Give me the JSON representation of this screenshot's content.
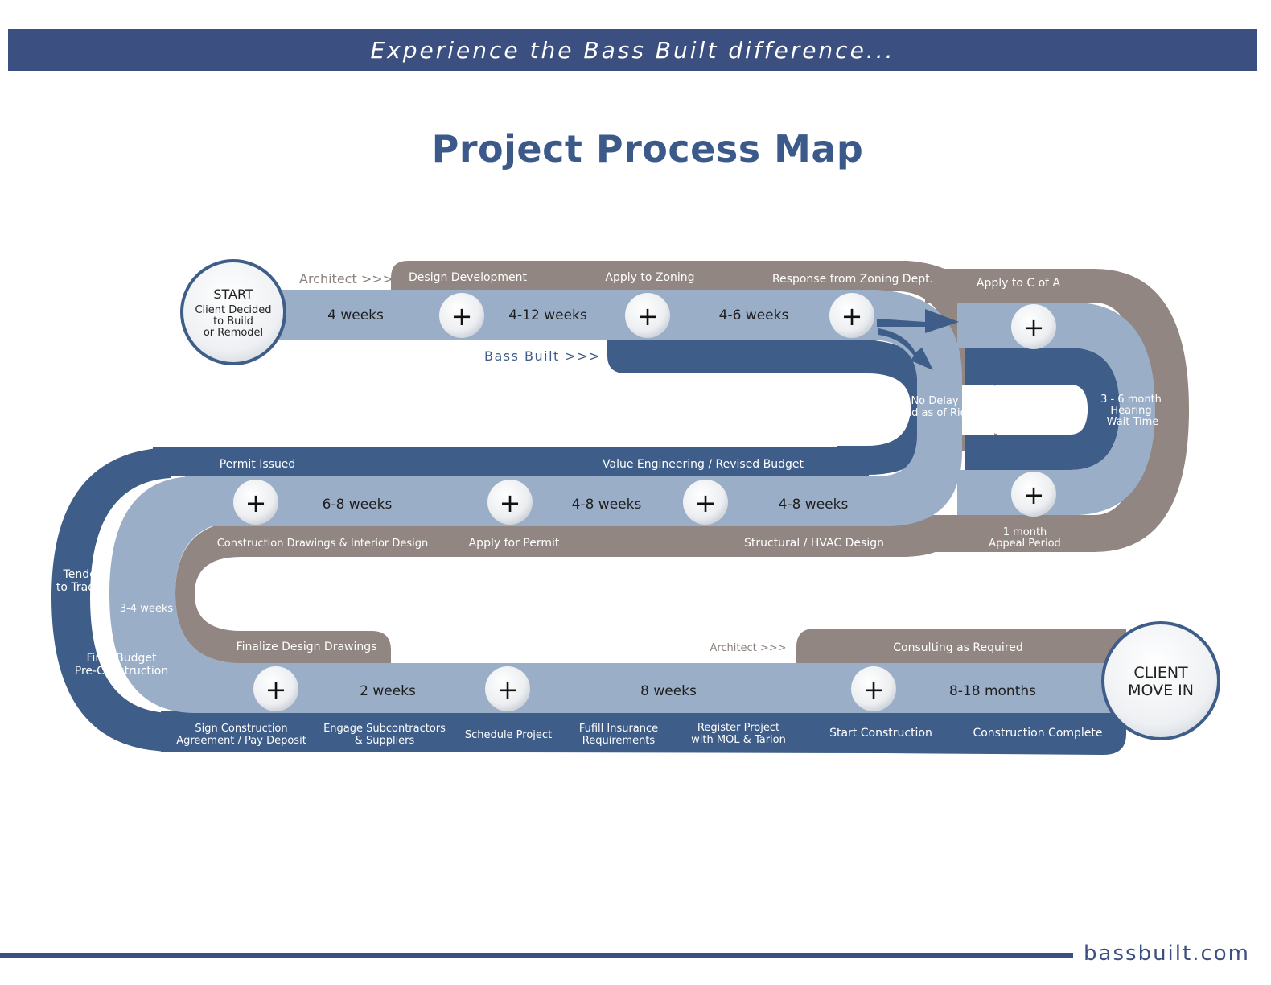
{
  "banner": "Experience the Bass Built difference...",
  "title": "Project Process Map",
  "website": "bassbuilt.com",
  "colors": {
    "banner": "#3b5080",
    "dark_blue": "#3e5d88",
    "light_blue": "#9aaec8",
    "taupe": "#918681",
    "title": "#3b5a8a"
  },
  "start": {
    "title": "START",
    "l1": "Client Decided",
    "l2": "to Build",
    "l3": "or Remodel"
  },
  "end": {
    "l1": "CLIENT",
    "l2": "MOVE IN"
  },
  "row1": {
    "architect": "Architect >>>",
    "bass_built": "Bass Built >>>",
    "design_development": "Design Development",
    "apply_zoning": "Apply to Zoning",
    "response_zoning": "Response from Zoning Dept.",
    "d1": "4 weeks",
    "d2": "4-12 weeks",
    "d3": "4-6 weeks"
  },
  "loop": {
    "apply_coa": "Apply to C of A",
    "no_delay1": "No Delay",
    "no_delay2": "Build as of Right",
    "hearing1": "3 - 6 month",
    "hearing2": "Hearing",
    "hearing3": "Wait Time",
    "appeal1": "1 month",
    "appeal2": "Appeal Period"
  },
  "row2": {
    "permit_issued": "Permit Issued",
    "value_engineering": "Value Engineering / Revised Budget",
    "d1": "6-8 weeks",
    "d2": "4-8 weeks",
    "d3": "4-8 weeks",
    "construction_drawings": "Construction Drawings & Interior Design",
    "apply_permit": "Apply for Permit",
    "structural": "Structural / HVAC Design"
  },
  "left": {
    "tender1": "Tender",
    "tender2": "to Trades",
    "d": "3-4 weeks",
    "final1": "Final Budget",
    "final2": "Pre-Construction"
  },
  "row3": {
    "finalize": "Finalize Design Drawings",
    "architect": "Architect >>>",
    "consulting": "Consulting as Required",
    "d1": "2 weeks",
    "d2": "8 weeks",
    "d3": "8-18 months",
    "sign1": "Sign Construction",
    "sign2": "Agreement / Pay Deposit",
    "engage1": "Engage Subcontractors",
    "engage2": "& Suppliers",
    "schedule": "Schedule Project",
    "insurance1": "Fufill Insurance",
    "insurance2": "Requirements",
    "register1": "Register Project",
    "register2": "with MOL & Tarion",
    "start_construction": "Start Construction",
    "construction_complete": "Construction Complete"
  },
  "plus_symbol": "+"
}
